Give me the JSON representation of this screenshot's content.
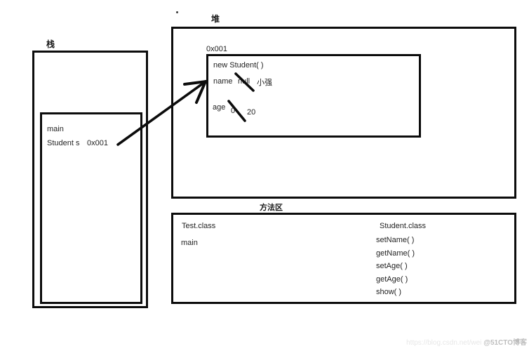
{
  "colors": {
    "line": "#0c0c0c",
    "text": "#222222",
    "watermark_url": "#e7e7e7",
    "watermark_badge": "#bdbdbd"
  },
  "stack": {
    "label": "栈",
    "frame": {
      "method": "main",
      "var_decl": "Student s",
      "var_value": "0x001"
    }
  },
  "heap": {
    "label": "堆",
    "object": {
      "address": "0x001",
      "title": "new Student( )",
      "fields": [
        {
          "name": "name",
          "old_value": "null",
          "new_value": "小强"
        },
        {
          "name": "age",
          "old_value": "0",
          "new_value": "20"
        }
      ]
    }
  },
  "method_area": {
    "label": "方法区",
    "test_class": {
      "title": "Test.class",
      "methods": [
        "main"
      ]
    },
    "student_class": {
      "title": "Student.class",
      "methods": [
        "setName( )",
        "getName( )",
        "setAge( )",
        "getAge( )",
        "show( )"
      ]
    }
  },
  "watermark": {
    "url": "https://blog.csdn.net/wei",
    "badge": "@51CTO博客"
  }
}
